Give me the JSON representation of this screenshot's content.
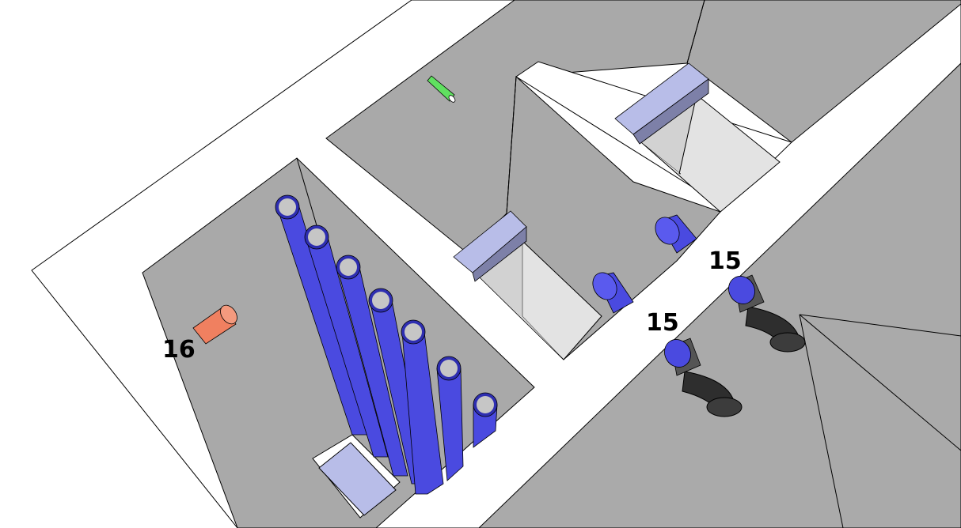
{
  "diagram": {
    "labels": {
      "left_tank_pipe": "16",
      "middle_outlet": "15",
      "right_outlet": "15"
    },
    "colors": {
      "background": "#ffffff",
      "slab": "#ffffff",
      "tank_floor": "#a9a9a9",
      "channel": "#aaaaaa",
      "inner_box": "#e3e3e3",
      "pipe_blue": "#4a4ae0",
      "pipe_blue_dark": "#2e2eb0",
      "pipe_inner": "#c6c6c6",
      "pipe_orange": "#f08060",
      "pipe_green": "#60e060",
      "elbow": "#2e2e2e",
      "weir_top": "#b8bde8",
      "weir_side": "#7d80a8",
      "edge": "#000000"
    }
  }
}
